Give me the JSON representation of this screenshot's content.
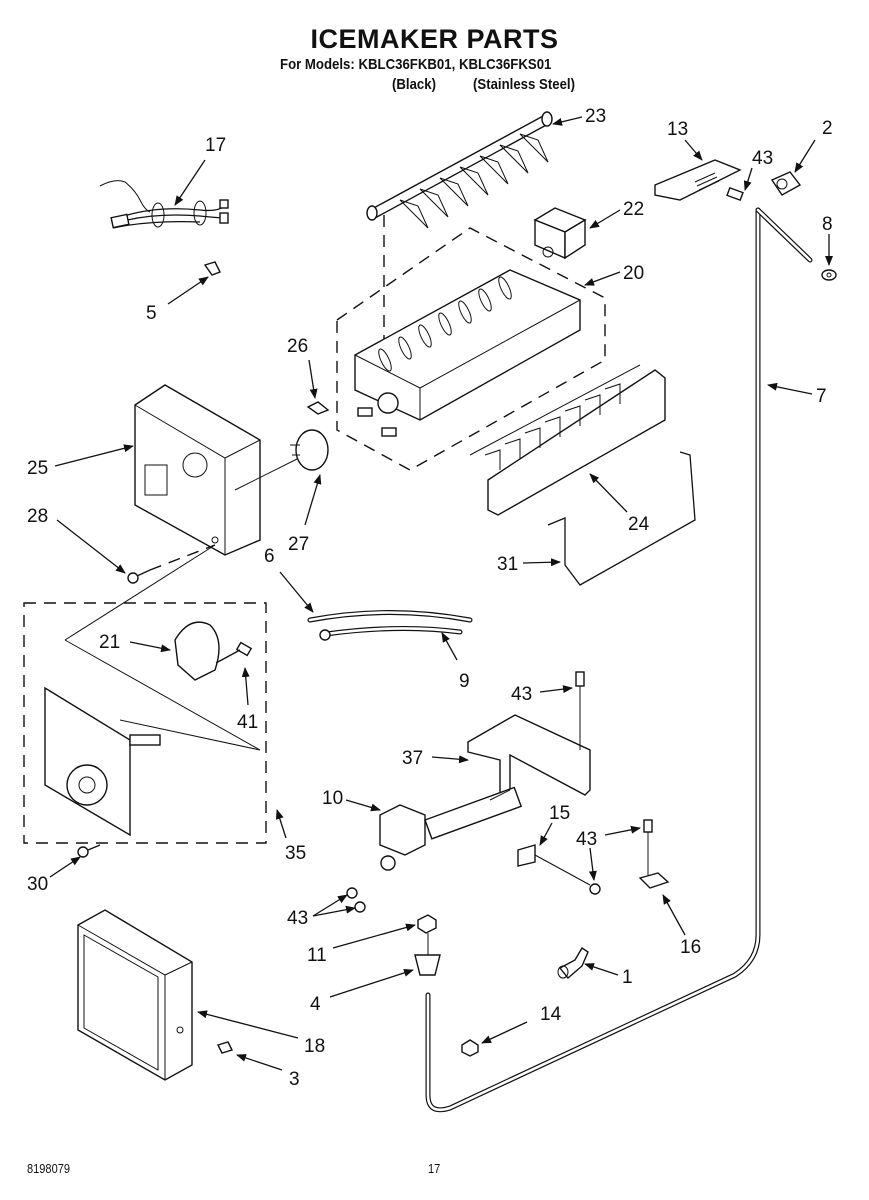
{
  "header": {
    "title": "ICEMAKER PARTS",
    "models_line": "For Models: KBLC36FKB01, KBLC36FKS01",
    "variants": [
      "(Black)",
      "(Stainless Steel)"
    ]
  },
  "callouts": [
    {
      "id": "c23",
      "label": "23",
      "part": "ejector-blade"
    },
    {
      "id": "c13",
      "label": "13",
      "part": "cover"
    },
    {
      "id": "c2",
      "label": "2",
      "part": "fill-cup"
    },
    {
      "id": "c43a",
      "label": "43",
      "part": "screw"
    },
    {
      "id": "c17",
      "label": "17",
      "part": "wire-harness"
    },
    {
      "id": "c22",
      "label": "22",
      "part": "fill-cup-housing"
    },
    {
      "id": "c8",
      "label": "8",
      "part": "grommet"
    },
    {
      "id": "c20",
      "label": "20",
      "part": "mold-and-heater"
    },
    {
      "id": "c5",
      "label": "5",
      "part": "clip"
    },
    {
      "id": "c26",
      "label": "26",
      "part": "clip"
    },
    {
      "id": "c7",
      "label": "7",
      "part": "fill-tube"
    },
    {
      "id": "c25",
      "label": "25",
      "part": "module-housing"
    },
    {
      "id": "c24",
      "label": "24",
      "part": "stripper"
    },
    {
      "id": "c28",
      "label": "28",
      "part": "screw"
    },
    {
      "id": "c27",
      "label": "27",
      "part": "thermostat"
    },
    {
      "id": "c6",
      "label": "6",
      "part": "tube"
    },
    {
      "id": "c31",
      "label": "31",
      "part": "shutoff-arm"
    },
    {
      "id": "c21",
      "label": "21",
      "part": "motor"
    },
    {
      "id": "c41",
      "label": "41",
      "part": "screw"
    },
    {
      "id": "c9",
      "label": "9",
      "part": "tube"
    },
    {
      "id": "c43b",
      "label": "43",
      "part": "screw"
    },
    {
      "id": "c37",
      "label": "37",
      "part": "bracket"
    },
    {
      "id": "c10",
      "label": "10",
      "part": "water-valve"
    },
    {
      "id": "c15",
      "label": "15",
      "part": "clamp"
    },
    {
      "id": "c35",
      "label": "35",
      "part": "module-assembly"
    },
    {
      "id": "c43c",
      "label": "43",
      "part": "screw"
    },
    {
      "id": "c30",
      "label": "30",
      "part": "screw"
    },
    {
      "id": "c43d",
      "label": "43",
      "part": "screw"
    },
    {
      "id": "c16",
      "label": "16",
      "part": "clamp"
    },
    {
      "id": "c11",
      "label": "11",
      "part": "nut"
    },
    {
      "id": "c4",
      "label": "4",
      "part": "sleeve"
    },
    {
      "id": "c1",
      "label": "1",
      "part": "elbow"
    },
    {
      "id": "c14",
      "label": "14",
      "part": "nut"
    },
    {
      "id": "c18",
      "label": "18",
      "part": "cover"
    },
    {
      "id": "c3",
      "label": "3",
      "part": "plug"
    }
  ],
  "footer": {
    "part_number": "8198079",
    "page_number": "17"
  }
}
